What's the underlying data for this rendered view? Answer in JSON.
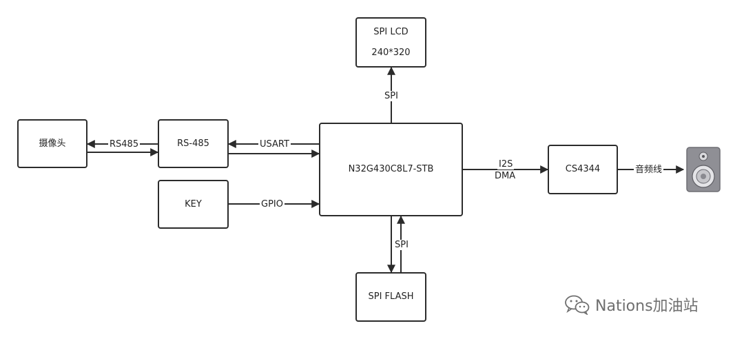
{
  "blocks": {
    "camera": "摄像头",
    "rs485": "RS-485",
    "key": "KEY",
    "mcu": "N32G430C8L7-STB",
    "lcd_line1": "SPI LCD",
    "lcd_line2": "240*320",
    "flash": "SPI FLASH",
    "codec": "CS4344"
  },
  "links": {
    "rs485_bus": "RS485",
    "usart": "USART",
    "gpio": "GPIO",
    "spi_lcd": "SPI",
    "spi_flash": "SPI",
    "i2s_line1": "I2S",
    "i2s_line2": "DMA",
    "audio": "音频线"
  },
  "icons": {
    "speaker": "speaker-icon",
    "wechat": "wechat-icon"
  },
  "watermark": "Nations加油站",
  "colors": {
    "line": "#2b2b2b",
    "speaker_body": "#8f8f95",
    "watermark": "#6f6f6f"
  }
}
